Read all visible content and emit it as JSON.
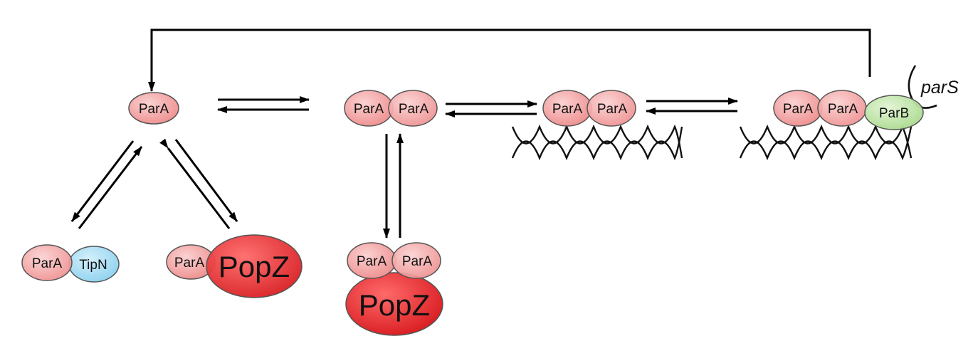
{
  "labels": {
    "para": "ParA",
    "parb": "ParB",
    "tipn": "TipN",
    "popz": "PopZ",
    "pars": "parS"
  },
  "colors": {
    "para_fill": "#f4a0a0",
    "popz_fill": "#e8262a",
    "tipn_fill": "#a6dcf2",
    "parb_fill": "#bfe3a4",
    "outline": "#555555",
    "arrow": "#000000"
  }
}
